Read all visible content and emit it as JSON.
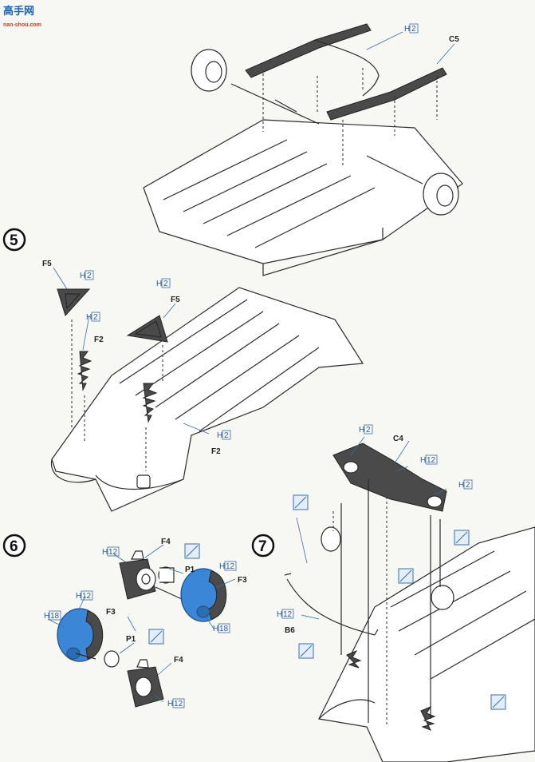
{
  "watermark": {
    "logo_text": "高手网",
    "url": "nan-shou.com"
  },
  "paint_code": {
    "prefix": "H",
    "box_color": "#3a6fa8"
  },
  "step4": {
    "labels": [
      {
        "id": "h2_top",
        "part": "",
        "code": "2"
      },
      {
        "id": "c5",
        "part": "C5",
        "code": ""
      }
    ]
  },
  "step5": {
    "number": "5",
    "labels": [
      {
        "id": "f5_left",
        "part": "F5"
      },
      {
        "id": "f5_left_code",
        "code": "2"
      },
      {
        "id": "f2_left_code",
        "code": "2"
      },
      {
        "id": "f2_left",
        "part": "F2"
      },
      {
        "id": "f5_mid",
        "part": "F5"
      },
      {
        "id": "f5_mid_code",
        "code": "2"
      },
      {
        "id": "f2_bottom_code",
        "code": "2"
      },
      {
        "id": "f2_bottom",
        "part": "F2"
      }
    ]
  },
  "step6": {
    "number": "6",
    "labels": [
      {
        "id": "f4_top",
        "part": "F4"
      },
      {
        "id": "h12_top",
        "code": "12"
      },
      {
        "id": "p1_top",
        "part": "P1"
      },
      {
        "id": "f3_right",
        "part": "F3"
      },
      {
        "id": "h12_right",
        "code": "12"
      },
      {
        "id": "h18_right",
        "code": "18"
      },
      {
        "id": "h12_left",
        "code": "12"
      },
      {
        "id": "h18_left",
        "code": "18"
      },
      {
        "id": "f3_left",
        "part": "F3"
      },
      {
        "id": "p1_left",
        "part": "P1"
      },
      {
        "id": "f4_bottom",
        "part": "F4"
      },
      {
        "id": "h12_bottom",
        "code": "12"
      }
    ]
  },
  "step7": {
    "number": "7",
    "labels": [
      {
        "id": "h2_a",
        "code": "2"
      },
      {
        "id": "c4",
        "part": "C4"
      },
      {
        "id": "h12_a",
        "code": "12"
      },
      {
        "id": "h2_b",
        "code": "2"
      },
      {
        "id": "h12_b",
        "code": "12"
      },
      {
        "id": "b6",
        "part": "B6"
      }
    ]
  }
}
